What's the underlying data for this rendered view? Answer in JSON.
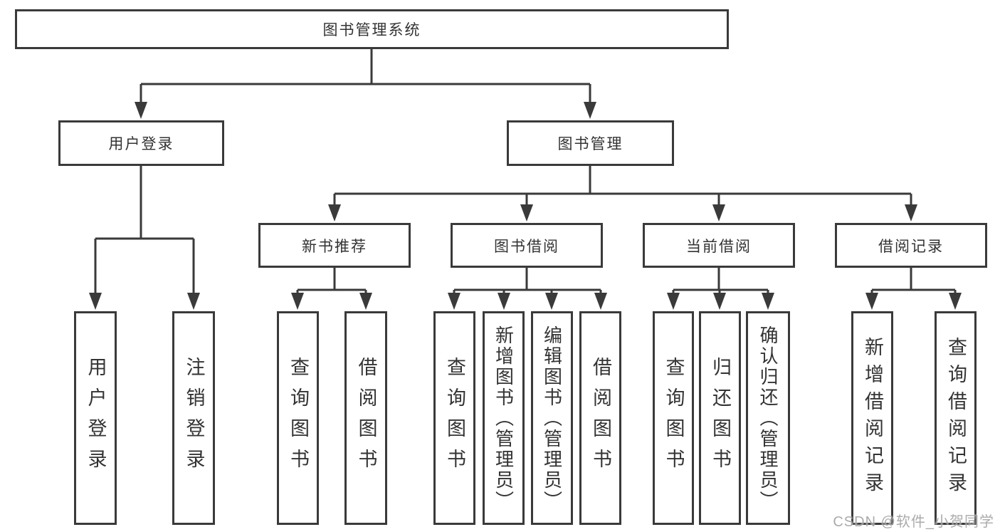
{
  "colors": {
    "line": "#3a3a3a",
    "border": "#3a3a3a",
    "text": "#333333",
    "bg": "#ffffff",
    "watermark": "#a2a2a2"
  },
  "watermark": "CSDN @软件_小贺同学",
  "tree": {
    "root": "图书管理系统",
    "branches": [
      {
        "label": "用户登录",
        "children": [
          "用户登录",
          "注销登录"
        ]
      },
      {
        "label": "图书管理",
        "sections": [
          {
            "label": "新书推荐",
            "children": [
              "查询图书",
              "借阅图书"
            ]
          },
          {
            "label": "图书借阅",
            "children": [
              "查询图书",
              "新增图书（管理员）",
              "编辑图书（管理员）",
              "借阅图书"
            ]
          },
          {
            "label": "当前借阅",
            "children": [
              "查询图书",
              "归还图书",
              "确认归还（管理员）"
            ]
          },
          {
            "label": "借阅记录",
            "children": [
              "新增借阅记录",
              "查询借阅记录"
            ]
          }
        ]
      }
    ]
  }
}
